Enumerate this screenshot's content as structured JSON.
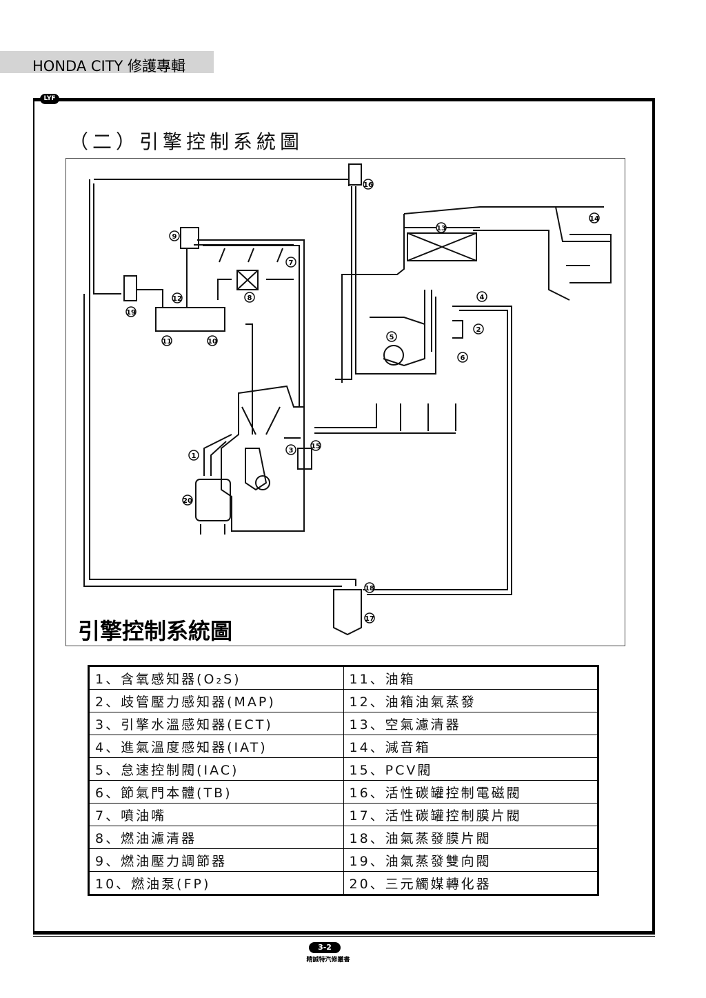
{
  "header": {
    "title": "HONDA CITY 修護專輯"
  },
  "badge": "LYF",
  "section": {
    "title": "（二）引擎控制系統圖"
  },
  "diagram": {
    "caption": "引擎控制系統圖",
    "callouts": [
      "1",
      "2",
      "3",
      "4",
      "5",
      "6",
      "7",
      "8",
      "9",
      "10",
      "11",
      "12",
      "13",
      "14",
      "15",
      "16",
      "17",
      "18",
      "19",
      "20"
    ]
  },
  "legend": {
    "rows": [
      {
        "left": "1、含氧感知器(O₂S)",
        "right": "11、油箱"
      },
      {
        "left": "2、歧管壓力感知器(MAP)",
        "right": "12、油箱油氣蒸發"
      },
      {
        "left": "3、引擎水溫感知器(ECT)",
        "right": "13、空氣濾清器"
      },
      {
        "left": "4、進氣溫度感知器(IAT)",
        "right": "14、減音箱"
      },
      {
        "left": "5、怠速控制閥(IAC)",
        "right": "15、PCV閥"
      },
      {
        "left": "6、節氣門本體(TB)",
        "right": "16、活性碳罐控制電磁閥"
      },
      {
        "left": "7、噴油嘴",
        "right": "17、活性碳罐控制膜片閥"
      },
      {
        "left": "8、燃油濾清器",
        "right": "18、油氣蒸發膜片閥"
      },
      {
        "left": "9、燃油壓力調節器",
        "right": "19、油氣蒸發雙向閥"
      },
      {
        "left": "10、燃油泵(FP)",
        "right": "20、三元觸媒轉化器"
      }
    ]
  },
  "footer": {
    "page": "3-2",
    "brand": "精誠特汽修叢書"
  }
}
